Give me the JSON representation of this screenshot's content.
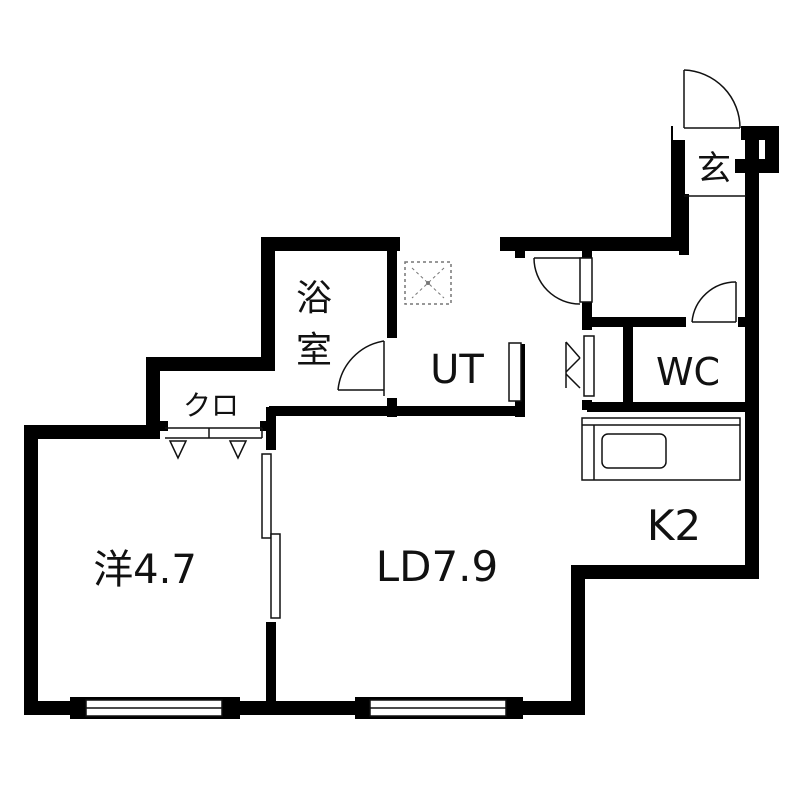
{
  "colors": {
    "wall": "#000000",
    "line": "#111111",
    "background": "#ffffff",
    "fixture": "#777777"
  },
  "rooms": {
    "western": "洋4.7",
    "living_dining": "LD7.9",
    "kitchen": "K2",
    "toilet": "WC",
    "utility": "UT",
    "bath_top": "浴",
    "bath_bottom": "室",
    "closet": "クロ",
    "entrance": "玄"
  },
  "icons": {
    "washer_pan": "washer-pan-icon",
    "kitchen_sink": "kitchen-sink-icon"
  }
}
